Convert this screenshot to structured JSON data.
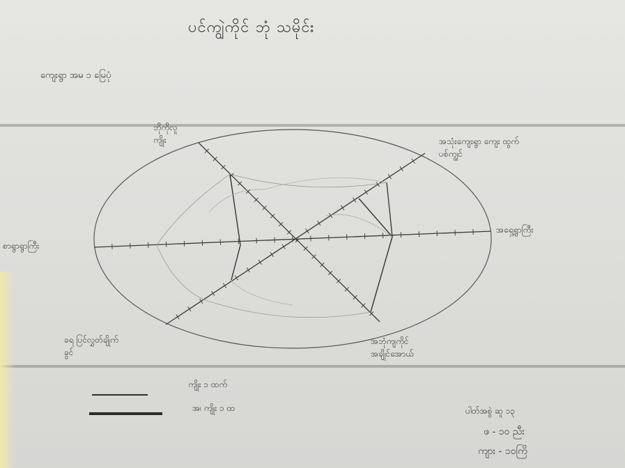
{
  "document": {
    "title": "ပင်ကျွဲကိုင် ဘုံ သမိုင်း",
    "subtitle": "ကျေးရွာ အမ ၁ မြေပုံ",
    "directions": {
      "top_left": "ဘိုကိုလူ\nကျိုး",
      "top_right": "အသုံးကျေးရွာ ကျေး ထွက်\nပစ်ကျွင်",
      "right": "အရှေ့ရွာကြီး",
      "left": "စာရွာရွာကြီး",
      "bottom_left": "ခရ ပြင်လွှတ်ချိုက်\nခွင်",
      "bottom_right": "အဘုံကျကိုင်\nအချိုင်အောယ်"
    },
    "legend": [
      {
        "label": "ကျိုး ၁ ထက်",
        "style": "thin"
      },
      {
        "label": "အ၊ ကျိုး ၁ ထ",
        "style": "thick"
      }
    ],
    "notes": [
      "ပါတ်အစွဲ ဆူ ၁၃",
      "ဖ - ၁၀ ညီး",
      "ကျား - ၁၀ကြိ"
    ]
  }
}
